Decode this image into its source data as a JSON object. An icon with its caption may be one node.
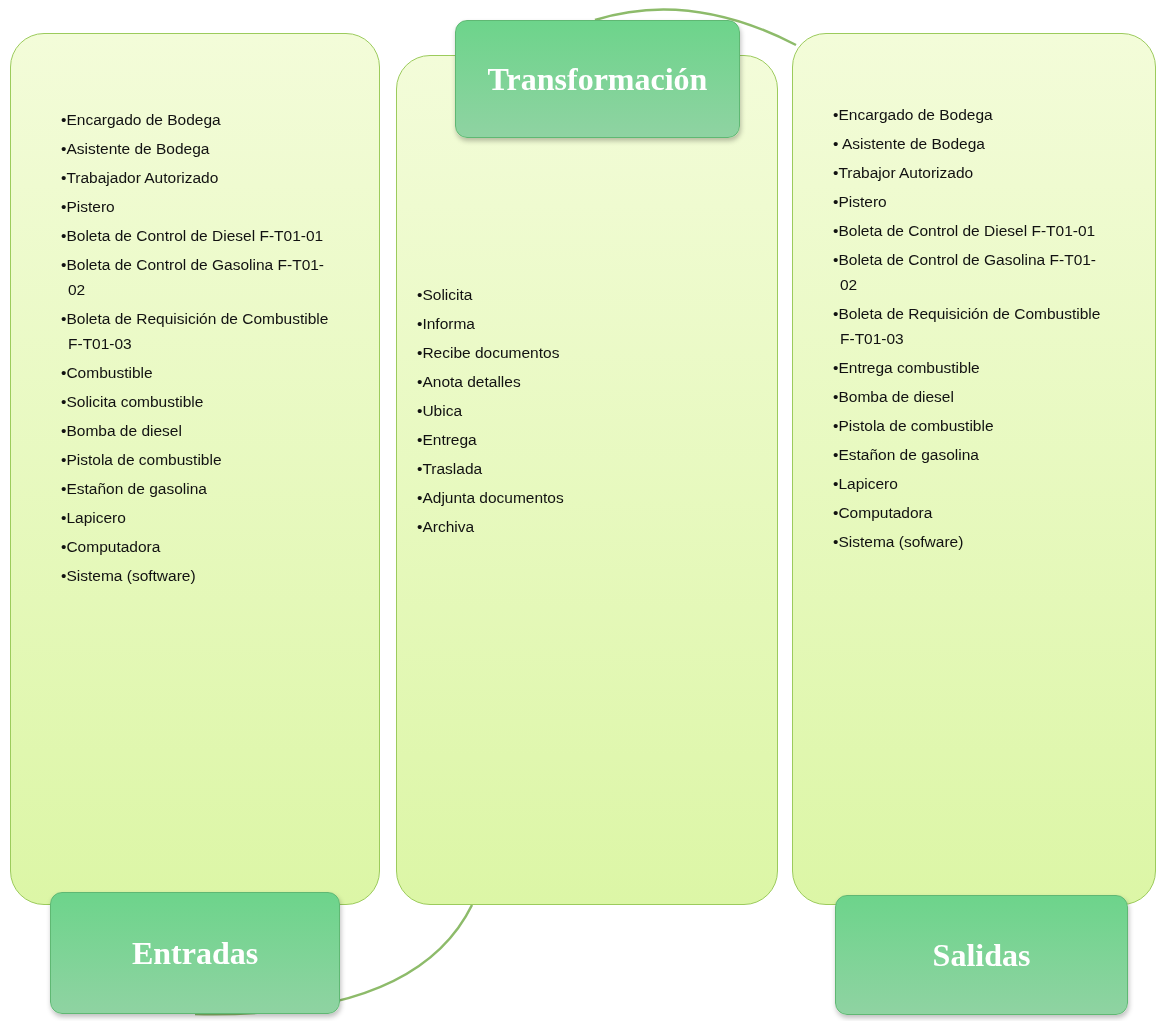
{
  "diagram": {
    "nodes": [
      {
        "text": [
          "•Encargado de Bodega",
          "•Asistente de Bodega",
          "•Trabajador Autorizado",
          "•Pistero",
          "•Boleta de Control de Diesel F-T01-01",
          "•Boleta de Control de Gasolina F-T01-02",
          "•Boleta de Requisición de Combustible F-T01-03",
          "•Combustible",
          "•Solicita combustible",
          "•Bomba de diesel",
          "•Pistola de combustible",
          "•Estañon de gasolina",
          "•Lapicero",
          "•Computadora",
          "•Sistema (software)"
        ]
      },
      {
        "text": [
          "Entradas"
        ]
      },
      {
        "text": [
          "•Solicita",
          "•Informa",
          "•Recibe documentos",
          "•Anota detalles",
          "•Ubica",
          "•Entrega",
          "•Traslada",
          "•Adjunta documentos",
          "•Archiva"
        ]
      },
      {
        "text": [
          "Transformación"
        ]
      },
      {
        "text": [
          "•Encargado de Bodega",
          "• Asistente de Bodega",
          "•Trabajor Autorizado",
          "•Pistero",
          "•Boleta de Control de Diesel F-T01-01",
          "•Boleta de Control de Gasolina F-T01-02",
          "•Boleta de Requisición de Combustible F-T01-03",
          "•Entrega combustible",
          "•Bomba de diesel",
          "•Pistola de combustible",
          "•Estañon de gasolina",
          "•Lapicero",
          "•Computadora",
          "•Sistema (sofware)"
        ]
      },
      {
        "text": [
          "Salidas"
        ]
      }
    ],
    "edges": [
      {
        "from": 1,
        "to": 2,
        "arrow": "none"
      },
      {
        "from": 3,
        "to": 4,
        "arrow": "none"
      }
    ]
  }
}
